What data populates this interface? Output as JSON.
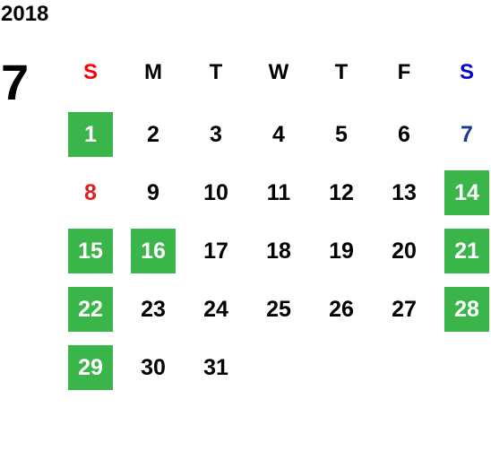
{
  "calendar": {
    "year": "2018",
    "month": "7",
    "start_offset": 0,
    "weekdays": [
      {
        "label": "S",
        "color": "#ff0000"
      },
      {
        "label": "M",
        "color": "#000000"
      },
      {
        "label": "T",
        "color": "#000000"
      },
      {
        "label": "W",
        "color": "#000000"
      },
      {
        "label": "T",
        "color": "#000000"
      },
      {
        "label": "F",
        "color": "#000000"
      },
      {
        "label": "S",
        "color": "#0000cc"
      }
    ],
    "days": [
      {
        "label": "1",
        "highlighted": true
      },
      {
        "label": "2"
      },
      {
        "label": "3"
      },
      {
        "label": "4"
      },
      {
        "label": "5"
      },
      {
        "label": "6"
      },
      {
        "label": "7",
        "color": "#1a3a8f"
      },
      {
        "label": "8",
        "color": "#e02020"
      },
      {
        "label": "9"
      },
      {
        "label": "10"
      },
      {
        "label": "11"
      },
      {
        "label": "12"
      },
      {
        "label": "13"
      },
      {
        "label": "14",
        "highlighted": true
      },
      {
        "label": "15",
        "highlighted": true
      },
      {
        "label": "16",
        "highlighted": true
      },
      {
        "label": "17"
      },
      {
        "label": "18"
      },
      {
        "label": "19"
      },
      {
        "label": "20"
      },
      {
        "label": "21",
        "highlighted": true
      },
      {
        "label": "22",
        "highlighted": true
      },
      {
        "label": "23"
      },
      {
        "label": "24"
      },
      {
        "label": "25"
      },
      {
        "label": "26"
      },
      {
        "label": "27"
      },
      {
        "label": "28",
        "highlighted": true
      },
      {
        "label": "29",
        "highlighted": true
      },
      {
        "label": "30"
      },
      {
        "label": "31"
      }
    ],
    "highlight_color": "#3ab54a"
  }
}
